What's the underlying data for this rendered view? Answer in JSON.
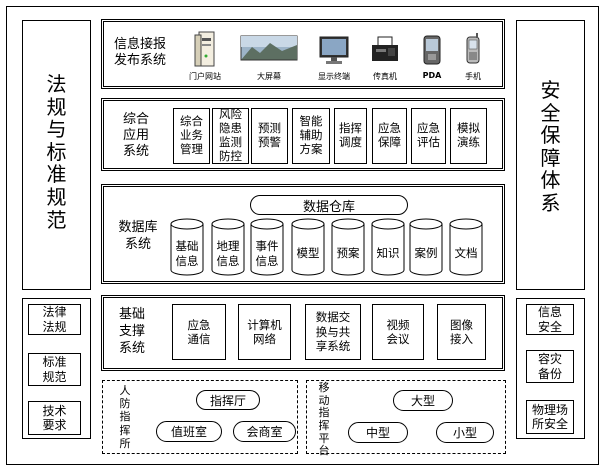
{
  "left_panel": {
    "title": "法\n规\n与\n标\n准\n规\n范",
    "items": [
      "法律\n法规",
      "标准\n规范",
      "技术\n要求"
    ]
  },
  "right_panel": {
    "title": "安\n全\n保\n障\n体\n系",
    "items": [
      "信息\n安全",
      "容灾\n备份",
      "物理场\n所安全"
    ]
  },
  "info_release": {
    "label": "信息接报\n发布系统",
    "devices": [
      {
        "label": "门户网站",
        "icon": "server-icon"
      },
      {
        "label": "大屏幕",
        "icon": "large-screen-icon"
      },
      {
        "label": "显示终端",
        "icon": "monitor-icon"
      },
      {
        "label": "传真机",
        "icon": "fax-icon"
      },
      {
        "label": "PDA",
        "icon": "pda-icon"
      },
      {
        "label": "手机",
        "icon": "phone-icon"
      }
    ]
  },
  "applications": {
    "label": "综合\n应用\n系统",
    "items": [
      "综合\n业务\n管理",
      "风险\n隐患\n监测\n防控",
      "预测\n预警",
      "智能\n辅助\n方案",
      "指挥\n调度",
      "应急\n保障",
      "应急\n评估",
      "模拟\n演练"
    ]
  },
  "database": {
    "label": "数据库\n系统",
    "warehouse": "数据仓库",
    "items": [
      "基础\n信息",
      "地理\n信息",
      "事件\n信息",
      "模型",
      "预案",
      "知识",
      "案例",
      "文档"
    ]
  },
  "infrastructure": {
    "label": "基础\n支撑\n系统",
    "items": [
      "应急\n通信",
      "计算机\n网络",
      "数据交\n换与共\n享系统",
      "视频\n会议",
      "图像\n接入"
    ]
  },
  "civil_air_defense": {
    "label": "人\n防\n指\n挥\n所",
    "items": [
      "指挥厅",
      "值班室",
      "会商室"
    ]
  },
  "mobile_platform": {
    "label": "移\n动\n指\n挥\n平\n台",
    "items": [
      "大型",
      "中型",
      "小型"
    ]
  }
}
